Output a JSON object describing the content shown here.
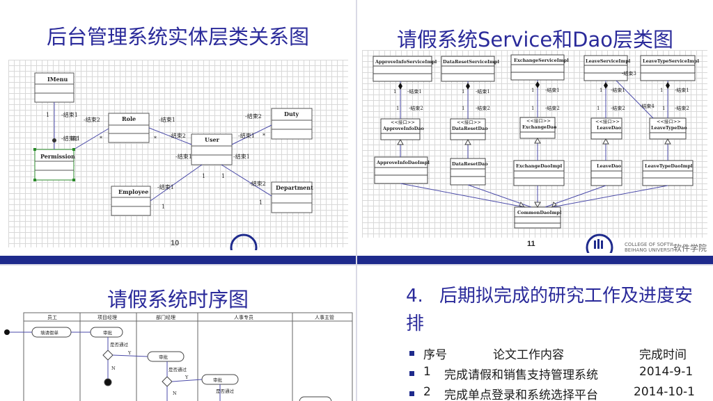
{
  "slides": {
    "s1": {
      "title": "后台管理系统实体层类关系图",
      "page_number": "10",
      "classes": [
        "IMenu",
        "Role",
        "Duty",
        "Permission",
        "User",
        "Employee",
        "Department"
      ],
      "labels": {
        "end1": "-结束1",
        "end2": "-结束2",
        "star": "*",
        "one": "1"
      }
    },
    "s2": {
      "title": "请假系统Service和Dao层类图",
      "page_number": "11",
      "services": [
        "ApproveInfoServiceImpl",
        "DataResetServiceImpl",
        "ExchangeServiceImpl",
        "LeaveServiceImpl",
        "LeaveTypeServiceImpl"
      ],
      "interface_stereotype": "<<接口>>",
      "daos": [
        "ApproveInfoDao",
        "DataResetDao",
        "ExchangeDao",
        "LeaveDao",
        "LeaveTypeDao"
      ],
      "dao_impls": [
        "ApproveInfoDaoImpl",
        "DataResetDao",
        "ExchangeDaoImpl",
        "LeaveDao",
        "LeaveTypeDaoImpl"
      ],
      "common": "CommonDaoImpl",
      "end1": "-结束1",
      "end2": "-结束2",
      "end3": "-结束3",
      "end4": "-结束4",
      "logo_en": "COLLEGE OF SOFTWARE\nBEIHANG UNIVERSITY",
      "logo_cn": "软件学院"
    },
    "s3": {
      "title": "请假系统时序图",
      "lanes": [
        "员工",
        "项目经理",
        "部门经理",
        "人事专员",
        "人事主管"
      ],
      "nodes": {
        "fill_form": "填请假单",
        "approve1": "审批",
        "passed1": "是否通过",
        "approve2": "审批",
        "passed2": "是否通过",
        "approve3": "审批",
        "passed3": "是否通过",
        "y": "Y",
        "n": "N"
      }
    },
    "s4": {
      "heading_num": "4.",
      "heading_text": "后期拟完成的研究工作及进度安排",
      "rows": [
        {
          "c1": "序号",
          "c2": "论文工作内容",
          "c3": "完成时间"
        },
        {
          "c1": "1",
          "c2": "完成请假和销售支持管理系统",
          "c3": "2014-9-1"
        },
        {
          "c1": "2",
          "c2": "完成单点登录和系统选择平台",
          "c3": "2014-10-1"
        }
      ]
    }
  },
  "colors": {
    "title": "#2a2a9a",
    "bar": "#1e2a8c"
  }
}
